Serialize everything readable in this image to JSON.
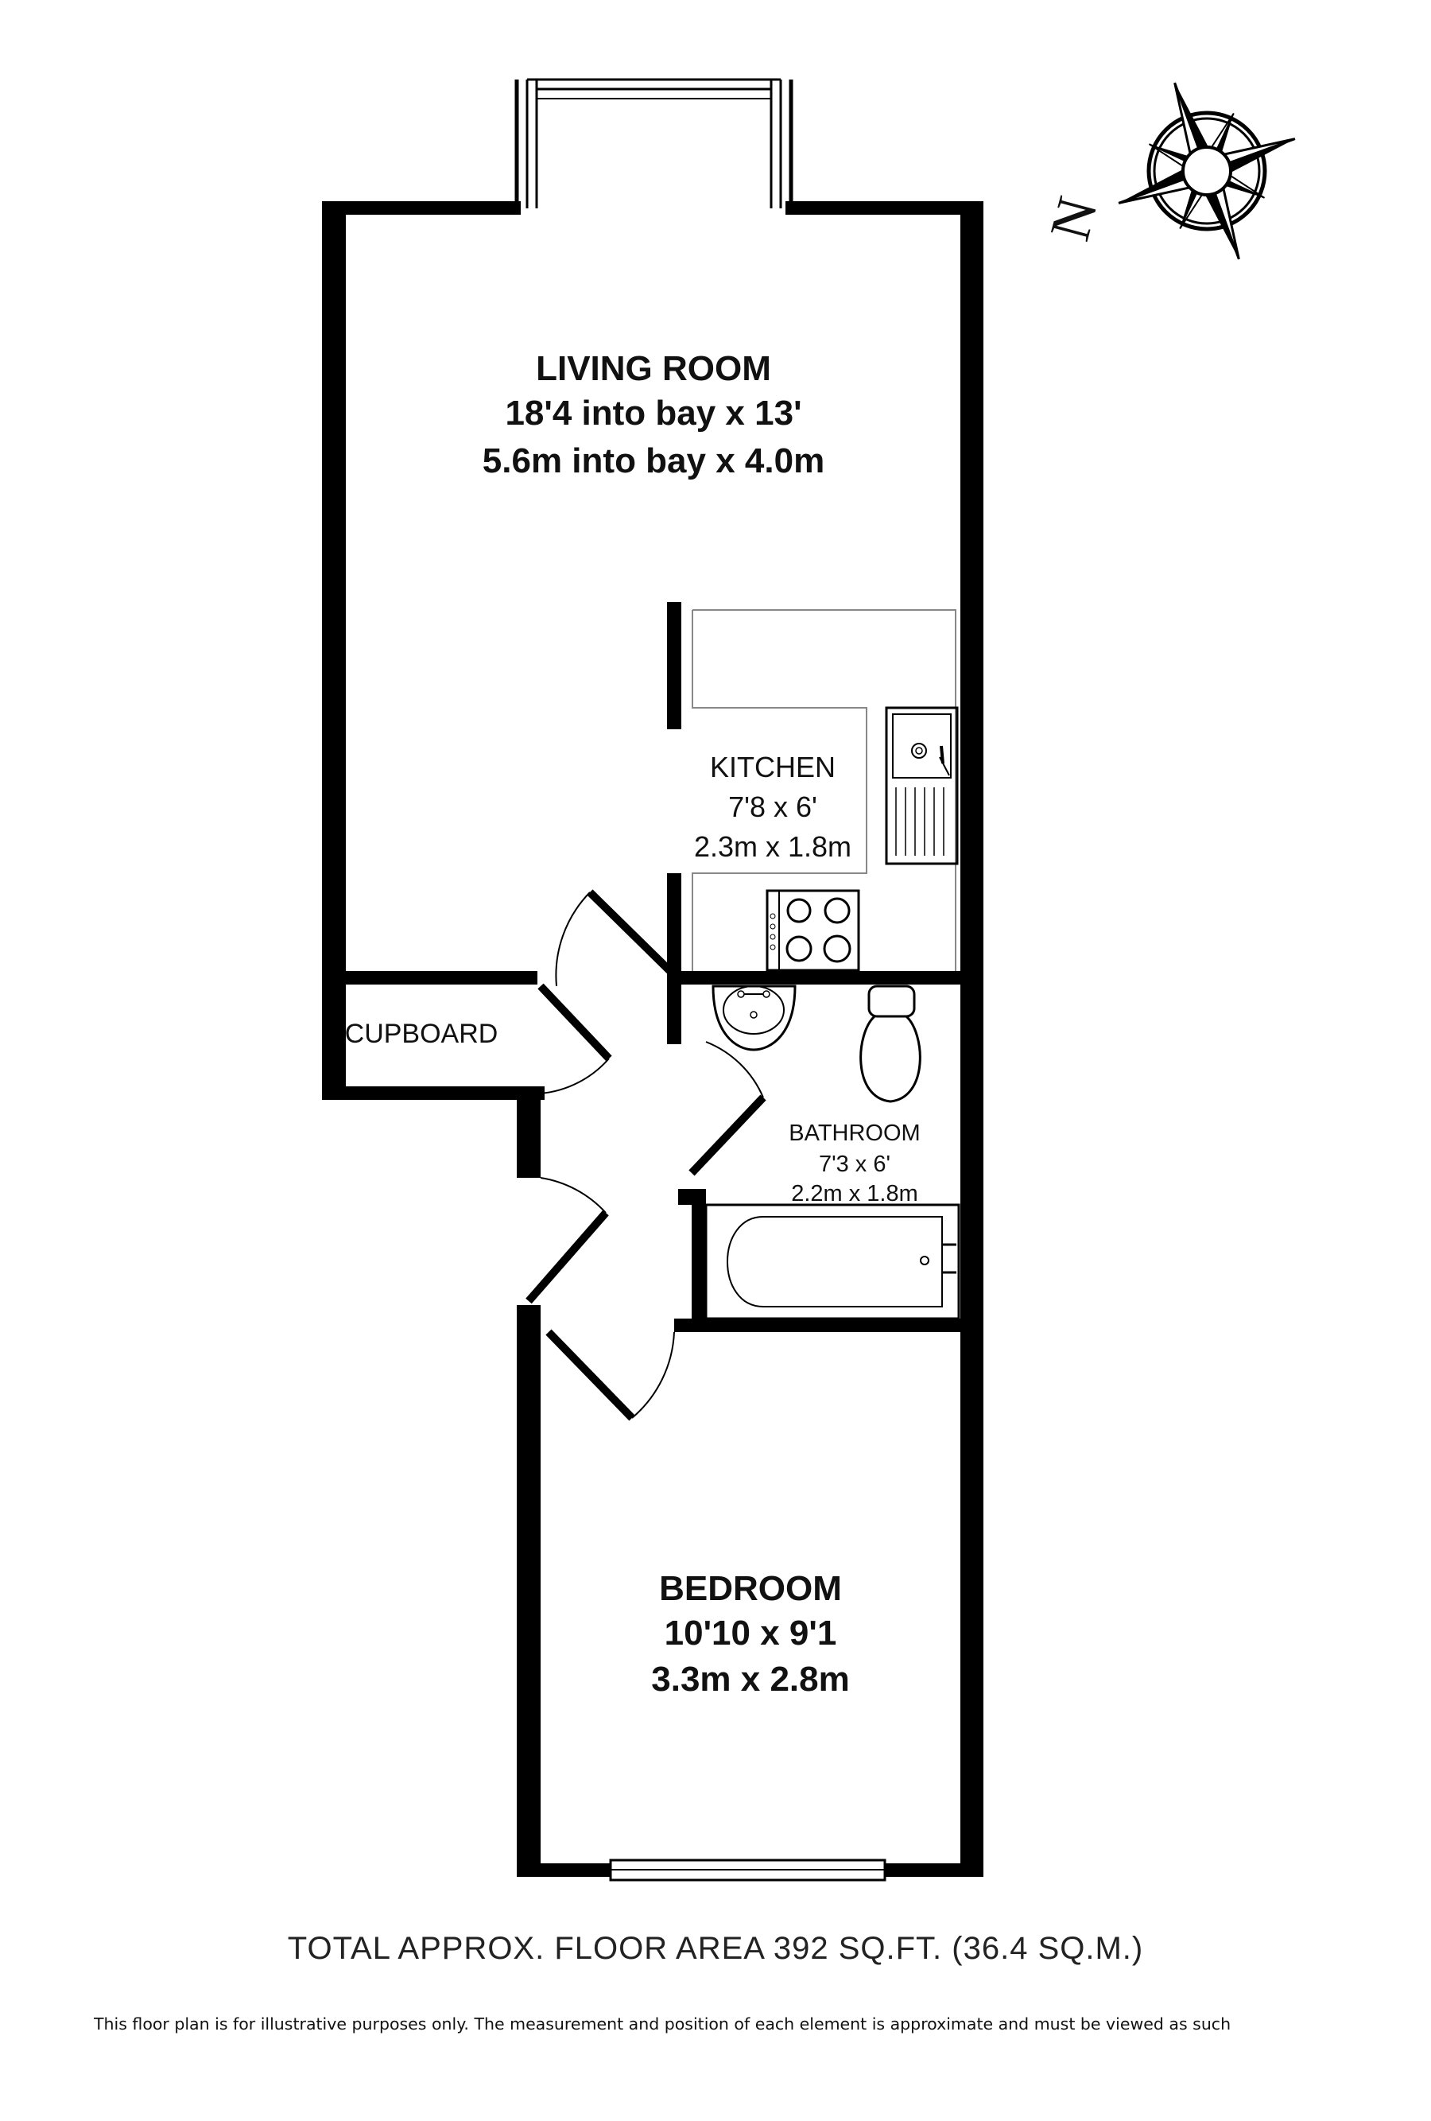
{
  "rooms": {
    "living_room": {
      "name": "LIVING ROOM",
      "imperial": "18'4 into bay x 13'",
      "metric": "5.6m into bay x 4.0m"
    },
    "kitchen": {
      "name": "KITCHEN",
      "imperial": "7'8 x 6'",
      "metric": "2.3m x 1.8m"
    },
    "cupboard": {
      "name": "CUPBOARD"
    },
    "bathroom": {
      "name": "BATHROOM",
      "imperial": "7'3 x 6'",
      "metric": "2.2m x 1.8m"
    },
    "bedroom": {
      "name": "BEDROOM",
      "imperial": "10'10 x 9'1",
      "metric": "3.3m x 2.8m"
    }
  },
  "compass": {
    "label": "N",
    "icon": "compass-rose-icon"
  },
  "footer": {
    "total_area": "TOTAL APPROX. FLOOR AREA 392 SQ.FT. (36.4 SQ.M.)",
    "disclaimer": "This floor plan is for illustrative purposes only.  The measurement and position of each element is approximate and must be viewed as such"
  },
  "colors": {
    "wall": "#000000",
    "fixture_line": "#444444",
    "background": "#ffffff"
  }
}
